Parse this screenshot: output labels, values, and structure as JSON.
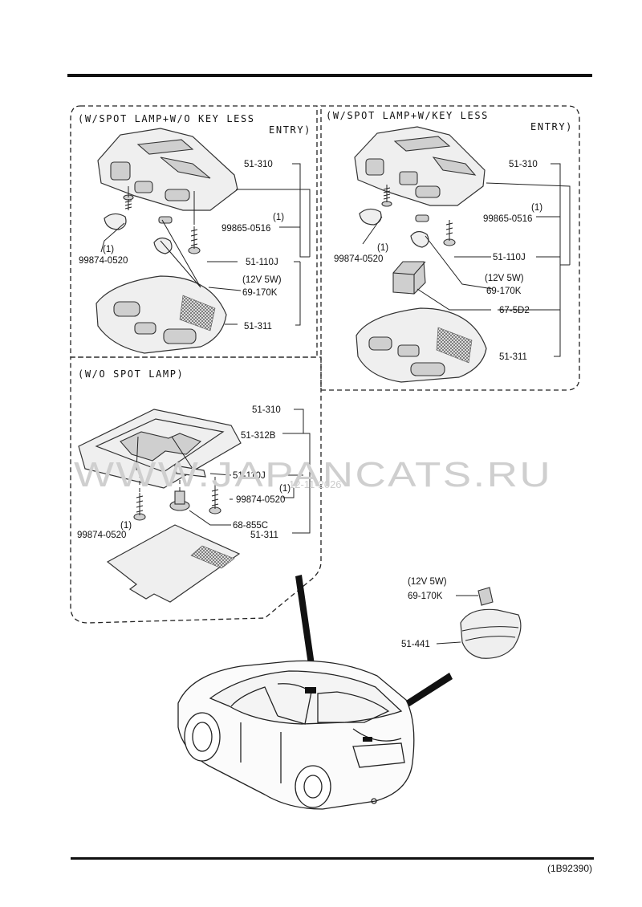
{
  "sections": {
    "spot_wo_keyless": {
      "title_line1": "(W/SPOT LAMP+W/O KEY LESS",
      "title_line2": "ENTRY)",
      "callouts": {
        "p51_310": "51-310",
        "qty_99865": "(1)",
        "p99865_0516": "99865-0516",
        "qty_99874": "(1)",
        "p99874_0520": "99874-0520",
        "p51_110j": "51-110J",
        "spec": "(12V 5W)",
        "p69_170k": "69-170K",
        "p51_311": "51-311"
      }
    },
    "spot_w_keyless": {
      "title_line1": "(W/SPOT LAMP+W/KEY LESS",
      "title_line2": "ENTRY)",
      "callouts": {
        "p51_310": "51-310",
        "qty_99865": "(1)",
        "p99865_0516": "99865-0516",
        "qty_99874": "(1)",
        "p99874_0520": "99874-0520",
        "p51_110j": "51-110J",
        "spec": "(12V 5W)",
        "p69_170k": "69-170K",
        "p67_5d2": "67-5D2",
        "p51_311": "51-311"
      }
    },
    "wo_spot": {
      "title": "(W/O SPOT LAMP)",
      "callouts": {
        "p51_310": "51-310",
        "p51_312b": "51-312B",
        "p51_110j": "51-110J",
        "qty_99874_right": "(1)",
        "p99874_0520_right": "99874-0520",
        "qty_99874_left": "(1)",
        "p99874_0520_left": "99874-0520",
        "p68_855c": "68-855C",
        "p51_311": "51-311"
      }
    },
    "trunk_lamp": {
      "callouts": {
        "spec": "(12V 5W)",
        "p69_170k": "69-170K",
        "p51_441": "51-441"
      }
    }
  },
  "watermark": {
    "text": "WWW.JAPANCATS.RU",
    "date": "12-11-2026"
  },
  "footer": {
    "reference": "(1B92390)"
  }
}
